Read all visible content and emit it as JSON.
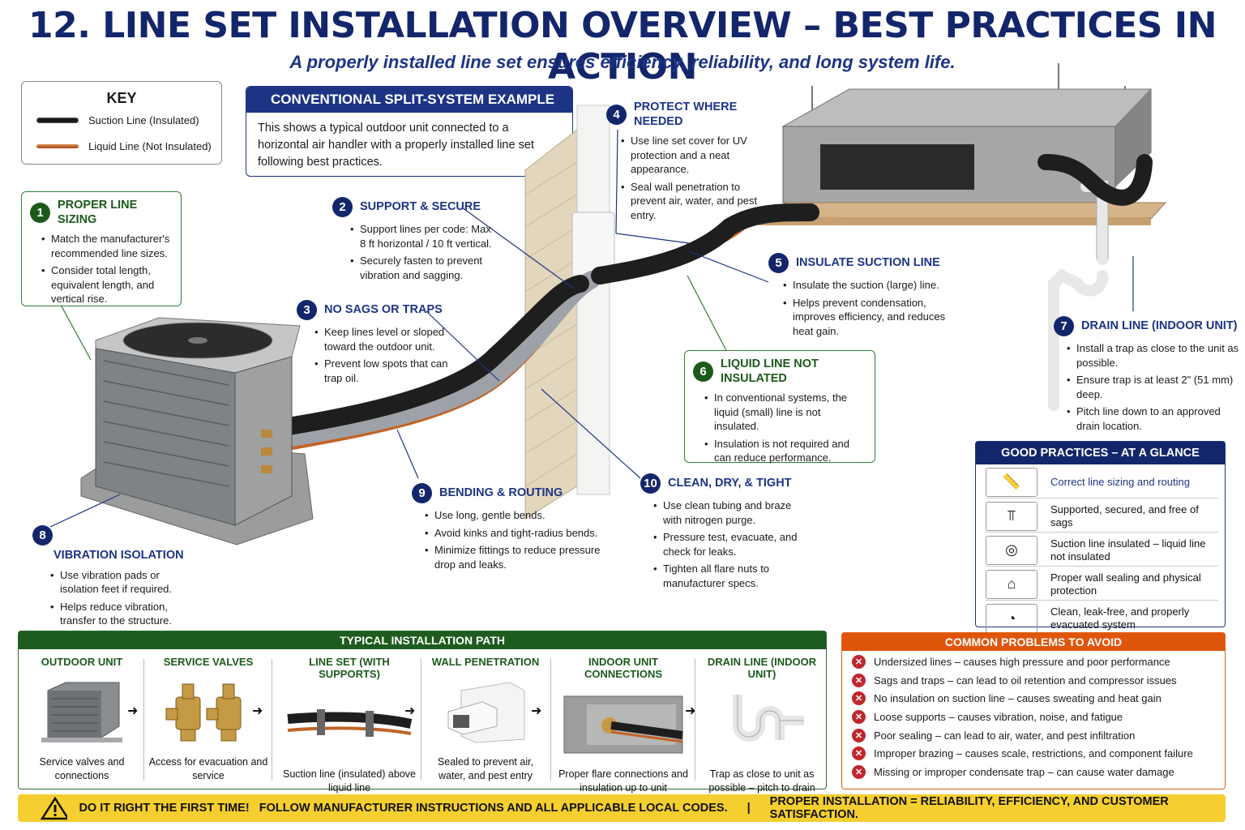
{
  "title": "12. LINE SET INSTALLATION OVERVIEW – BEST PRACTICES IN ACTION",
  "subtitle": "A properly installed line set ensures efficiency, reliability, and long system life.",
  "key": {
    "title": "KEY",
    "items": [
      {
        "label": "Suction Line (Insulated)",
        "color": "#1b1b1b"
      },
      {
        "label": "Liquid Line (Not Insulated)",
        "color": "#b5571d"
      }
    ]
  },
  "split_system": {
    "title": "CONVENTIONAL SPLIT-SYSTEM EXAMPLE",
    "text": "This shows a typical outdoor unit connected to a horizontal air handler with a properly installed line set following best practices."
  },
  "callouts": [
    {
      "num": "1",
      "title": "PROPER LINE SIZING",
      "bullets": [
        "Match the manufacturer's recommended line sizes.",
        "Consider total length, equivalent length, and vertical rise."
      ]
    },
    {
      "num": "2",
      "title": "SUPPORT & SECURE",
      "bullets": [
        "Support lines per code: Max 8 ft horizontal / 10 ft vertical.",
        "Securely fasten to prevent vibration and sagging."
      ]
    },
    {
      "num": "3",
      "title": "NO SAGS OR TRAPS",
      "bullets": [
        "Keep lines level or sloped toward the outdoor unit.",
        "Prevent low spots that can trap oil."
      ]
    },
    {
      "num": "4",
      "title": "PROTECT WHERE NEEDED",
      "bullets": [
        "Use line set cover for UV protection and a neat appearance.",
        "Seal wall penetration to prevent air, water, and pest entry."
      ]
    },
    {
      "num": "5",
      "title": "INSULATE SUCTION LINE",
      "bullets": [
        "Insulate the suction (large) line.",
        "Helps prevent condensation, improves efficiency, and reduces heat gain."
      ]
    },
    {
      "num": "6",
      "title": "LIQUID LINE NOT INSULATED",
      "bullets": [
        "In conventional systems, the liquid (small) line is not insulated.",
        "Insulation is not required and can reduce performance."
      ]
    },
    {
      "num": "7",
      "title": "DRAIN LINE (INDOOR UNIT)",
      "bullets": [
        "Install a trap as close to the unit as possible.",
        "Ensure trap is at least 2\" (51 mm) deep.",
        "Pitch line down to an approved drain location."
      ]
    },
    {
      "num": "8",
      "title": "VIBRATION ISOLATION",
      "bullets": [
        "Use vibration pads or isolation feet if required.",
        "Helps reduce vibration, transfer to the structure."
      ]
    },
    {
      "num": "9",
      "title": "BENDING & ROUTING",
      "bullets": [
        "Use long, gentle bends.",
        "Avoid kinks and tight-radius bends.",
        "Minimize fittings to reduce pressure drop and leaks."
      ]
    },
    {
      "num": "10",
      "title": "CLEAN, DRY, & TIGHT",
      "bullets": [
        "Use clean tubing and braze with nitrogen purge.",
        "Pressure test, evacuate, and check for leaks.",
        "Tighten all flare nuts to manufacturer specs."
      ]
    }
  ],
  "good_practices": {
    "title": "GOOD PRACTICES – AT A GLANCE",
    "items": [
      {
        "icon": "ruler-icon",
        "text": "Correct line sizing and routing"
      },
      {
        "icon": "bracket-icon",
        "text": "Supported, secured, and free of sags"
      },
      {
        "icon": "pipe-insulation-icon",
        "text": "Suction line insulated – liquid line not insulated"
      },
      {
        "icon": "house-seal-icon",
        "text": "Proper wall sealing and physical protection"
      },
      {
        "icon": "gauge-icon",
        "text": "Clean, leak-free, and properly evacuated system"
      }
    ]
  },
  "installation_path": {
    "title": "TYPICAL INSTALLATION PATH",
    "steps": [
      {
        "title": "OUTDOOR UNIT",
        "caption": "Service valves and connections"
      },
      {
        "title": "SERVICE VALVES",
        "caption": "Access for evacuation and service"
      },
      {
        "title": "LINE SET (WITH SUPPORTS)",
        "caption": "Suction line (insulated) above liquid line"
      },
      {
        "title": "WALL PENETRATION",
        "caption": "Sealed to prevent air, water, and pest entry"
      },
      {
        "title": "INDOOR UNIT CONNECTIONS",
        "caption": "Proper flare connections and insulation up to unit"
      },
      {
        "title": "DRAIN LINE (INDOOR UNIT)",
        "caption": "Trap as close to unit as possible – pitch to drain"
      }
    ]
  },
  "common_problems": {
    "title": "COMMON PROBLEMS TO AVOID",
    "items": [
      "Undersized lines – causes high pressure and poor performance",
      "Sags and traps – can lead to oil retention and compressor issues",
      "No insulation on suction line – causes sweating and heat gain",
      "Loose supports – causes vibration, noise, and fatigue",
      "Poor sealing – can lead to air, water, and pest infiltration",
      "Improper brazing – causes scale, restrictions, and component failure",
      "Missing or improper condensate trap – can cause water damage"
    ]
  },
  "banner": {
    "left": "DO IT RIGHT THE FIRST TIME!   FOLLOW MANUFACTURER INSTRUCTIONS AND ALL APPLICABLE LOCAL CODES.",
    "divider": "|",
    "right": "PROPER INSTALLATION = RELIABILITY, EFFICIENCY, AND CUSTOMER SATISFACTION."
  }
}
